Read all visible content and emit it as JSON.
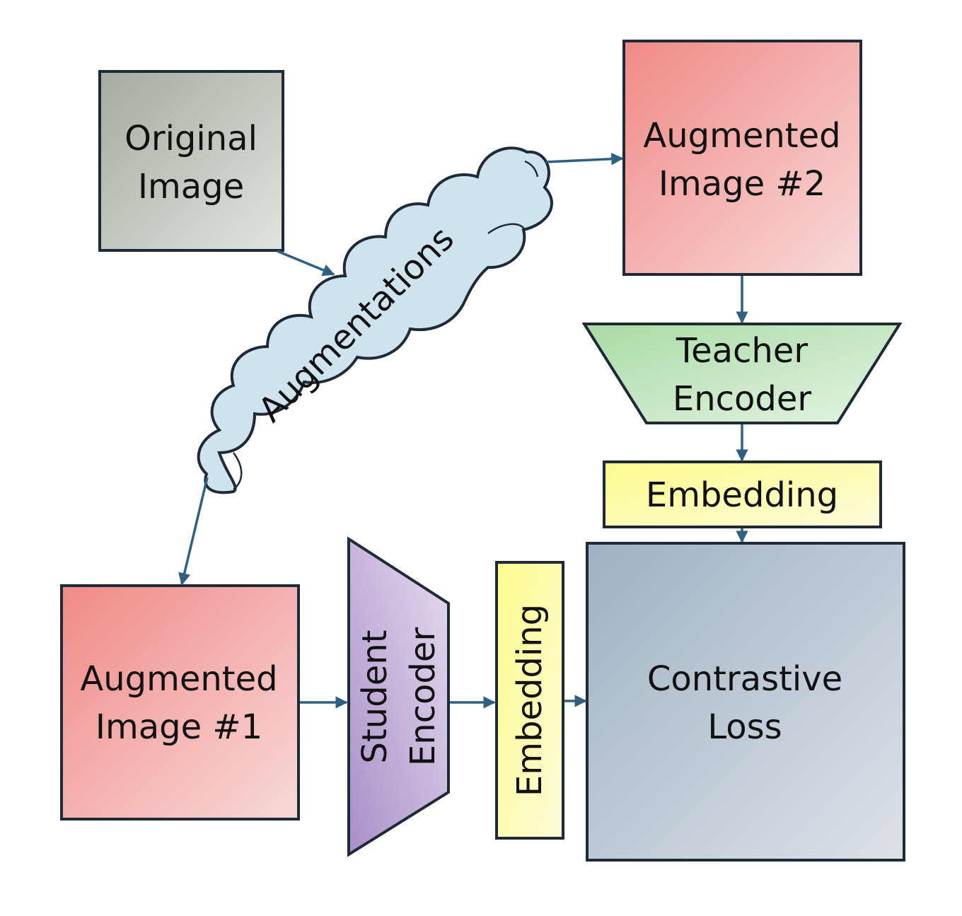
{
  "nodes": {
    "original_image": [
      "Original",
      "Image"
    ],
    "augmentations": "Augmentations",
    "augmented_image_2": [
      "Augmented",
      "Image #2"
    ],
    "teacher_encoder": [
      "Teacher",
      "Encoder"
    ],
    "teacher_embedding": "Embedding",
    "augmented_image_1": [
      "Augmented",
      "Image #1"
    ],
    "student_encoder": [
      "Student",
      "Encoder"
    ],
    "student_embedding": "Embedding",
    "contrastive_loss": [
      "Contrastive",
      "Loss"
    ]
  },
  "colors": {
    "image_box": [
      "#f08a86",
      "#f8d9d9"
    ],
    "original_box": [
      "#a3ac9f",
      "#e0e4de"
    ],
    "cloud": "#cfe3ef",
    "teacher": [
      "#a9dba4",
      "#e4f3e4"
    ],
    "student": [
      "#a88fc8",
      "#e6dcef"
    ],
    "embedding": [
      "#fdfb8c",
      "#fbfbd9"
    ],
    "loss": [
      "#9fb1c4",
      "#dde1e7"
    ],
    "arrow": "#2f5f82",
    "border": "#1e2a36"
  }
}
